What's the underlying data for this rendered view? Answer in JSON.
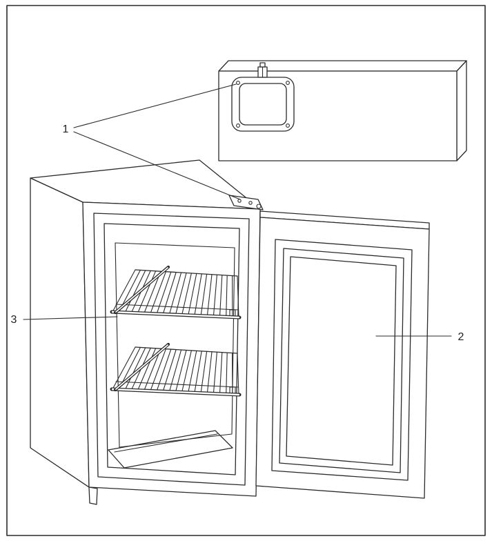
{
  "diagram": {
    "callouts": {
      "c1": "1",
      "c2": "2",
      "c3": "3"
    },
    "colors": {
      "line": "#2a2a2a",
      "background": "#ffffff"
    }
  }
}
